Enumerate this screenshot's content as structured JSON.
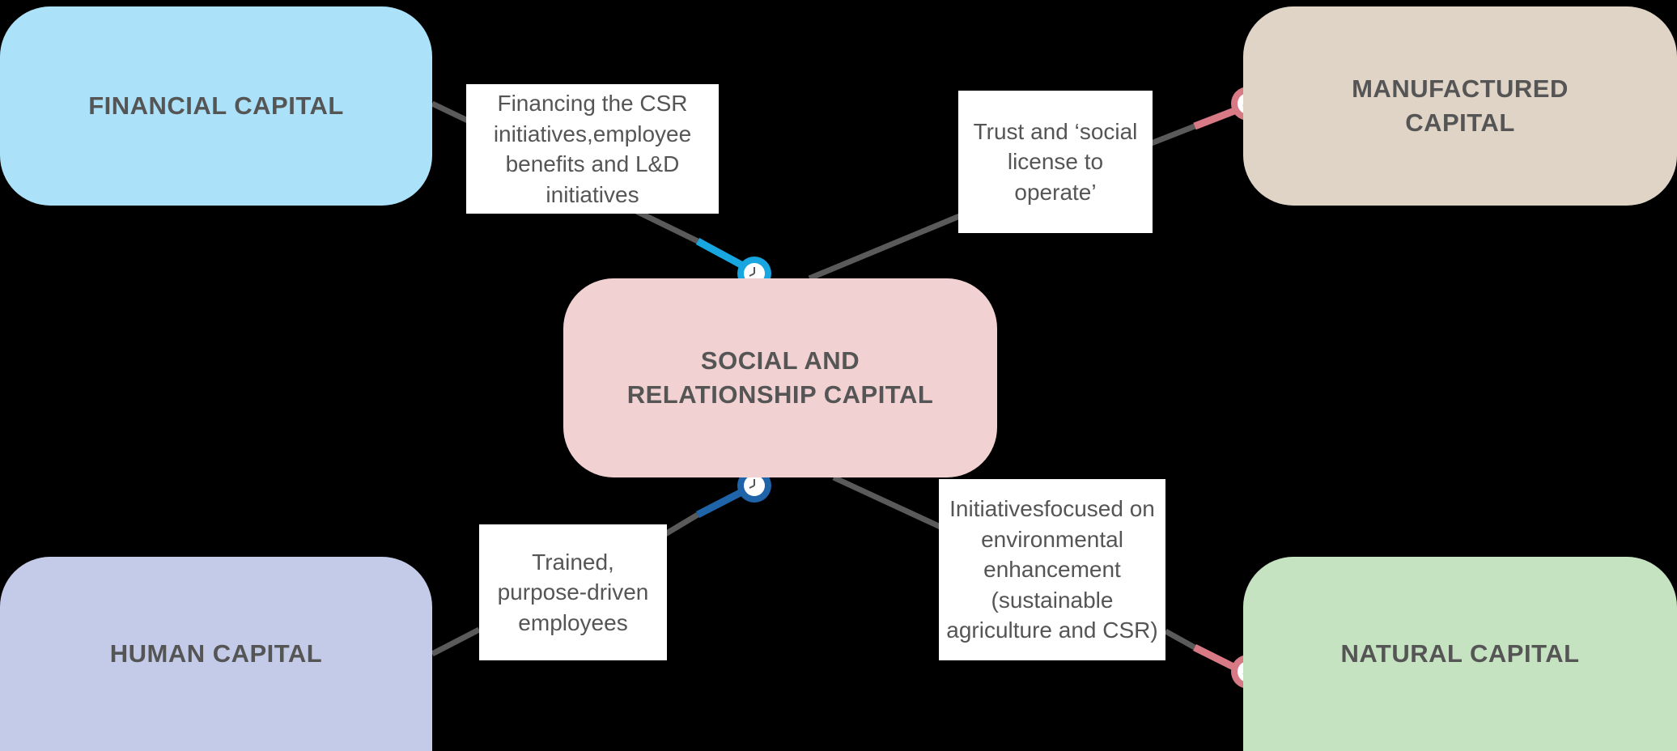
{
  "capitals": {
    "financial": {
      "name": "FINANCIAL CAPITAL",
      "color": "#abe2f9"
    },
    "manufactured": {
      "name": "MANUFACTURED CAPITAL",
      "color": "#e0d4c7"
    },
    "social": {
      "name": "SOCIAL AND RELATIONSHIP CAPITAL",
      "color": "#f1d1d1"
    },
    "human": {
      "name": "HUMAN CAPITAL",
      "color": "#c3cbe8"
    },
    "natural": {
      "name": "NATURAL CAPITAL",
      "color": "#c5e2c1"
    }
  },
  "flows": {
    "financial": {
      "text": "Financing the CSR initiatives,employee benefits and L&D initiatives",
      "connector_color": "#18a6e0",
      "icon": "clock-icon"
    },
    "manufactured": {
      "text": "Trust and ‘social license to operate’",
      "connector_color": "#d87a86",
      "icon": "clock-icon"
    },
    "human": {
      "text": "Trained, purpose-driven employees",
      "connector_color": "#1f64a8",
      "icon": "clock-icon"
    },
    "natural": {
      "text": "Initiativesfocused on environmental enhancement (sustainable agriculture and CSR)",
      "connector_color": "#d87a86",
      "icon": "clock-icon"
    }
  },
  "line_color": "#5a5a5a"
}
